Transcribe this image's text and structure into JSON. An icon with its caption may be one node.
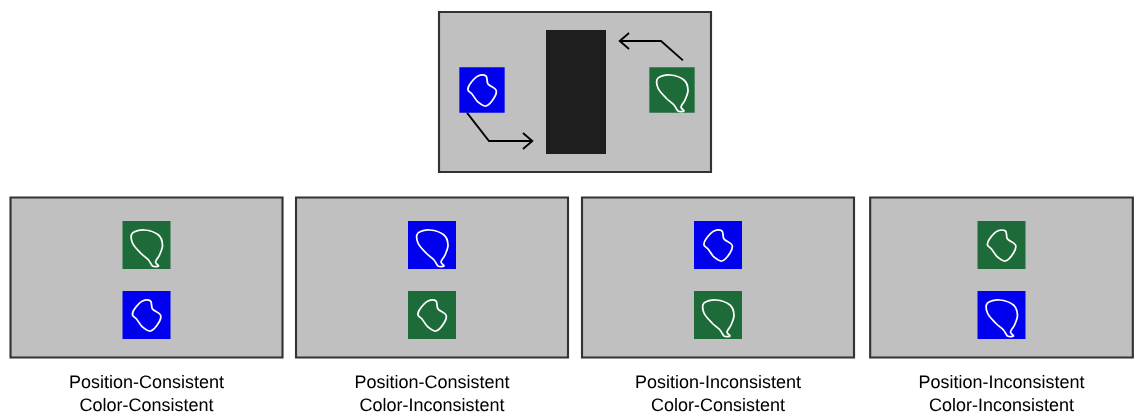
{
  "diagram": {
    "nodes": [
      {
        "text": [],
        "shape": "box"
      },
      {
        "text": [],
        "shape": "picture",
        "in": 0
      },
      {
        "text": [],
        "shape": "bar",
        "in": 0
      },
      {
        "text": [],
        "shape": "picture",
        "in": 0
      },
      {
        "text": [
          "Position-Consistent",
          "Color-Consistent"
        ]
      },
      {
        "text": [
          "Position-Consistent",
          "Color-Inconsistent"
        ]
      },
      {
        "text": [
          "Position-Inconsistent",
          "Color-Consistent"
        ]
      },
      {
        "text": [
          "Position-Inconsistent",
          "Color-Inconsistent"
        ]
      }
    ],
    "edges": [
      {
        "from": 1,
        "to": 2,
        "arrow": "to"
      },
      {
        "from": 3,
        "to": 2,
        "arrow": "to"
      }
    ]
  }
}
